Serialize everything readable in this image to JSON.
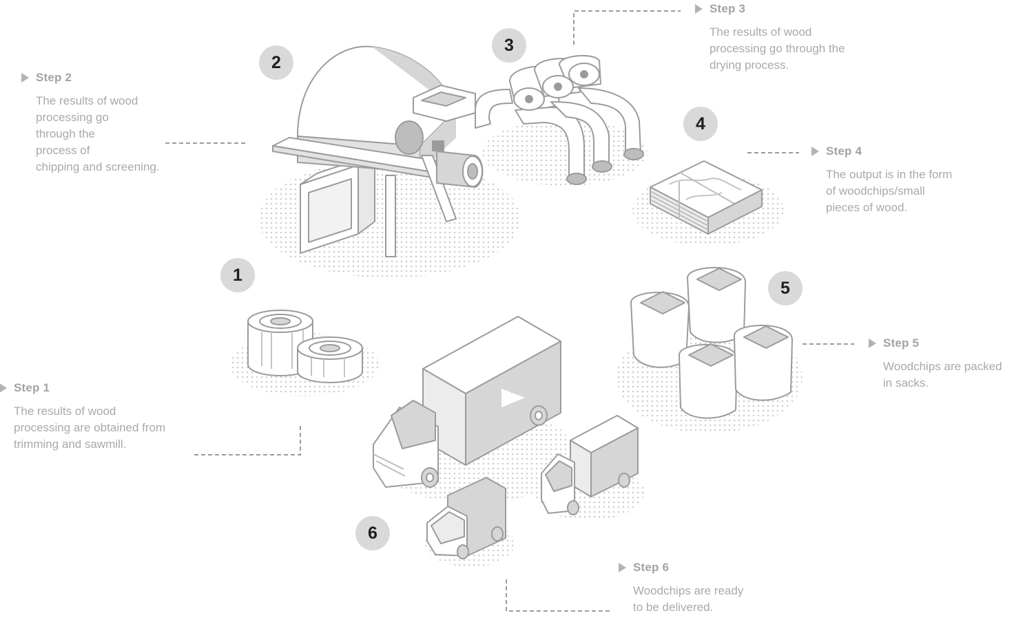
{
  "steps": [
    {
      "number": "1",
      "title": "Step 1",
      "lines": [
        "The results of wood",
        "processing are obtained from",
        "trimming and sawmill."
      ]
    },
    {
      "number": "2",
      "title": "Step 2",
      "lines": [
        "The results of wood",
        "processing go",
        "through the",
        "process of",
        "chipping and screening."
      ]
    },
    {
      "number": "3",
      "title": "Step 3",
      "lines": [
        "The results of wood",
        "processing go through the",
        "drying process."
      ]
    },
    {
      "number": "4",
      "title": "Step 4",
      "lines": [
        "The output is in the form",
        "of woodchips/small",
        "pieces of wood."
      ]
    },
    {
      "number": "5",
      "title": "Step 5",
      "lines": [
        "Woodchips are packed",
        "in sacks."
      ]
    },
    {
      "number": "6",
      "title": "Step 6",
      "lines": [
        "Woodchips are ready",
        "to be delivered."
      ]
    }
  ],
  "illustrations": [
    "sawmill-logs",
    "wood-chipper-machine",
    "drying-pipes",
    "woodchip-stack",
    "woodchip-sacks",
    "delivery-trucks",
    "truck-logo-icon"
  ],
  "colors": {
    "badge": "#d9d9d9",
    "badge_text": "#1f1f1f",
    "label": "#a3a3a3",
    "text": "#a9a9a9",
    "line": "#9b9b9b",
    "fill": "#d6d6d6",
    "dots": "#cccccc"
  }
}
